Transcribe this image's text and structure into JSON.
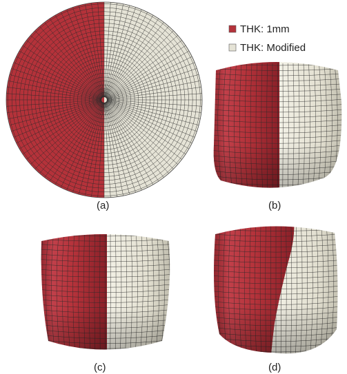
{
  "legend": {
    "items": [
      {
        "label": "THK: 1mm",
        "color": "#b4323a"
      },
      {
        "label": "THK: Modified",
        "color": "#e5e3d6"
      }
    ]
  },
  "panels": [
    {
      "id": "a",
      "label": "(a)",
      "shape": "flat blank disc"
    },
    {
      "id": "b",
      "label": "(b)",
      "shape": "drawn cup"
    },
    {
      "id": "c",
      "label": "(c)",
      "shape": "drawn cup"
    },
    {
      "id": "d",
      "label": "(d)",
      "shape": "drawn cup, wrinkled seam"
    }
  ],
  "colors": {
    "red": "#b4323a",
    "cream": "#e5e3d6",
    "mesh": "#2a2a2a"
  }
}
